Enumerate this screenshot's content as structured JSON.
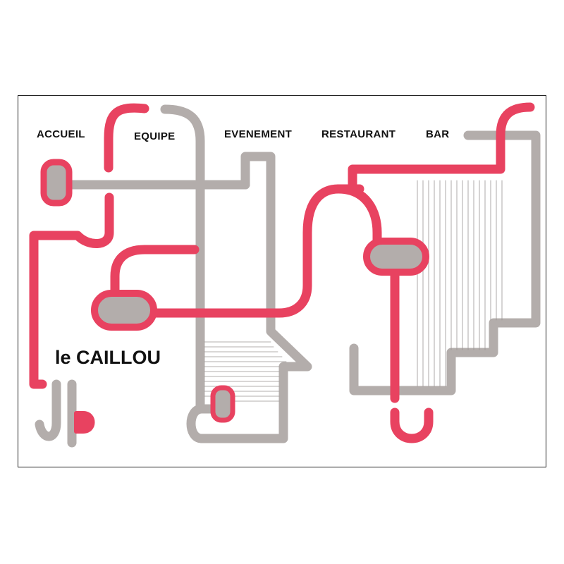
{
  "nav": {
    "items": [
      {
        "id": "accueil",
        "label": "ACCUEIL"
      },
      {
        "id": "equipe",
        "label": "EQUIPE"
      },
      {
        "id": "evenement",
        "label": "EVENEMENT"
      },
      {
        "id": "restaurant",
        "label": "RESTAURANT"
      },
      {
        "id": "bar",
        "label": "BAR"
      }
    ]
  },
  "brand": {
    "name": "le CAILLOU",
    "logo": "JB-monogram"
  },
  "colors": {
    "pink": "#e84260",
    "gray": "#b3adab",
    "frame": "#222222",
    "text": "#111111"
  }
}
